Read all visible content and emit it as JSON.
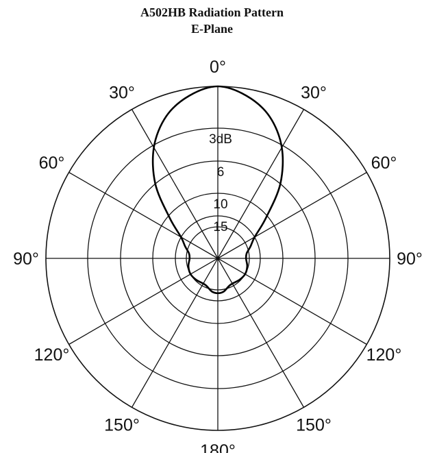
{
  "chart_data": {
    "type": "polar",
    "title": "A502HB Radiation Pattern",
    "subtitle": "E-Plane",
    "angle_labels": [
      {
        "deg": 0,
        "text": "0°"
      },
      {
        "deg": 30,
        "text": "30°"
      },
      {
        "deg": 60,
        "text": "60°"
      },
      {
        "deg": 90,
        "text": "90°"
      },
      {
        "deg": 120,
        "text": "120°"
      },
      {
        "deg": 150,
        "text": "150°"
      },
      {
        "deg": 180,
        "text": "180°"
      },
      {
        "deg": 210,
        "text": "150°"
      },
      {
        "deg": 240,
        "text": "120°"
      },
      {
        "deg": 270,
        "text": "90°"
      },
      {
        "deg": 300,
        "text": "60°"
      },
      {
        "deg": 330,
        "text": "30°"
      }
    ],
    "radial_rings_db": [
      0,
      3,
      6,
      10,
      15,
      20
    ],
    "radial_labels": [
      {
        "db": 3,
        "text": "3dB"
      },
      {
        "db": 6,
        "text": "6"
      },
      {
        "db": 10,
        "text": "10"
      },
      {
        "db": 15,
        "text": "15"
      }
    ],
    "spokes_deg": [
      0,
      30,
      60,
      90,
      120,
      150,
      180,
      210,
      240,
      270,
      300,
      330
    ],
    "series": [
      {
        "values": [
          {
            "deg": 0,
            "db": 0
          },
          {
            "deg": 10,
            "db": 0.5
          },
          {
            "deg": 20,
            "db": 1.5
          },
          {
            "deg": 30,
            "db": 3.2
          },
          {
            "deg": 40,
            "db": 6
          },
          {
            "deg": 50,
            "db": 10.5
          },
          {
            "deg": 60,
            "db": 15
          },
          {
            "deg": 70,
            "db": 18.5
          },
          {
            "deg": 80,
            "db": 21
          },
          {
            "deg": 90,
            "db": 21.5
          },
          {
            "deg": 105,
            "db": 20.5
          },
          {
            "deg": 120,
            "db": 20
          },
          {
            "deg": 135,
            "db": 20.5
          },
          {
            "deg": 155,
            "db": 21
          },
          {
            "deg": 170,
            "db": 19
          },
          {
            "deg": 180,
            "db": 18.5
          },
          {
            "deg": 190,
            "db": 19
          },
          {
            "deg": 205,
            "db": 21
          },
          {
            "deg": 225,
            "db": 20.5
          },
          {
            "deg": 240,
            "db": 20
          },
          {
            "deg": 255,
            "db": 20.5
          },
          {
            "deg": 270,
            "db": 21.5
          },
          {
            "deg": 280,
            "db": 21
          },
          {
            "deg": 290,
            "db": 18.5
          },
          {
            "deg": 300,
            "db": 15
          },
          {
            "deg": 310,
            "db": 10.5
          },
          {
            "deg": 320,
            "db": 6
          },
          {
            "deg": 330,
            "db": 3.2
          },
          {
            "deg": 340,
            "db": 1.5
          },
          {
            "deg": 350,
            "db": 0.5
          }
        ]
      }
    ]
  }
}
